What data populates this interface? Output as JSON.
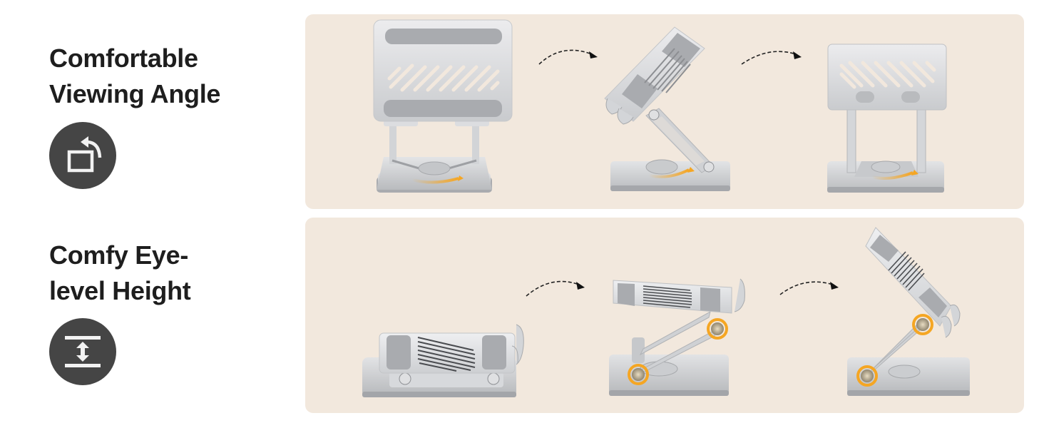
{
  "features": [
    {
      "title_lines": [
        "Comfortable",
        "Viewing Angle"
      ],
      "icon": "screen-rotation-icon",
      "panel": {
        "description": "Stand rotating on swivel base: front view, side tilted view, back view",
        "steps": [
          "front-view",
          "side-tilt-view",
          "rear-view"
        ],
        "arrows": 2
      }
    },
    {
      "title_lines": [
        "Comfy Eye-",
        "level Height"
      ],
      "icon": "vertical-height-adjust-icon",
      "panel": {
        "description": "Stand height adjustment: folded flat, mid-height raised, full-height raised",
        "steps": [
          "folded-flat",
          "mid-height",
          "full-height"
        ],
        "arrows": 2
      }
    }
  ],
  "colors": {
    "panel_bg": "#f2e8dd",
    "icon_bg": "#454545",
    "icon_fg": "#f2f2f2",
    "text": "#1e1e1e",
    "accent_orange": "#f5a623",
    "aluminum": "#d9dadc"
  }
}
